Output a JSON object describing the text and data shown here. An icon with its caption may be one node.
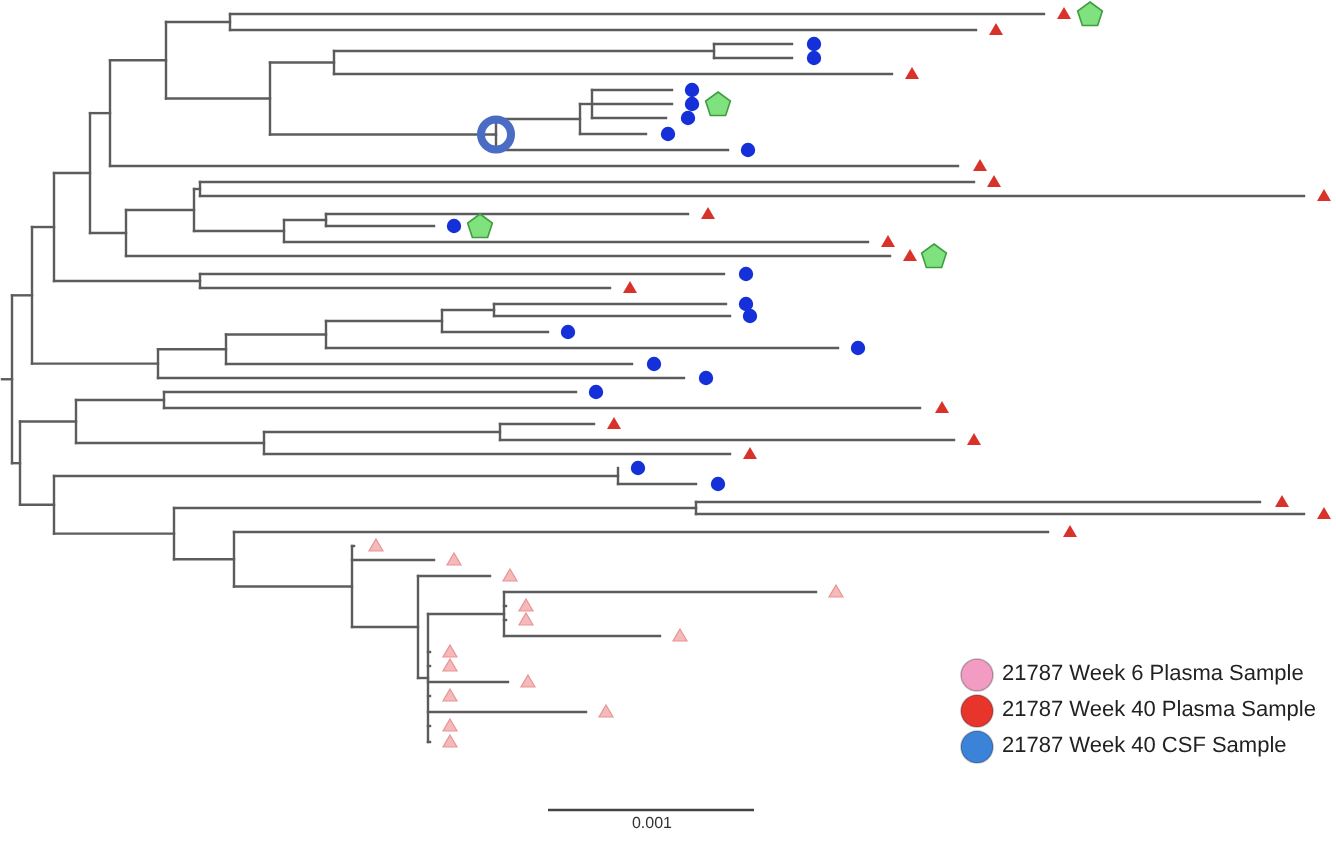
{
  "diagram": {
    "labels": [
      "0.001"
    ],
    "legend": [
      {
        "text": "21787 Week 6 Plasma Sample",
        "color": "#f39cc3"
      },
      {
        "text": "21787 Week 40 Plasma Sample",
        "color": "#e8352b"
      },
      {
        "text": "21787 Week 40 CSF Sample",
        "color": "#3b82d9"
      }
    ]
  }
}
